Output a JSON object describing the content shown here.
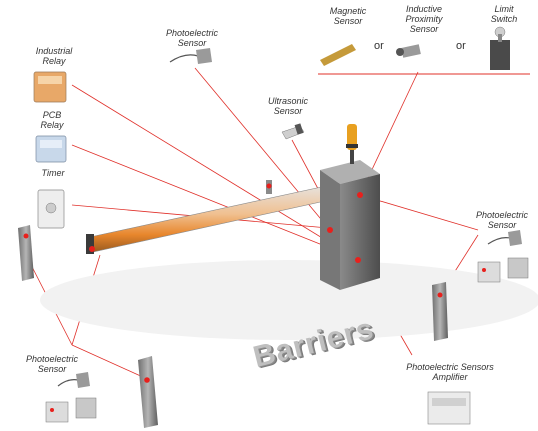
{
  "title": "Barriers",
  "labels": {
    "industrial_relay": [
      "Industrial",
      "Relay"
    ],
    "pcb_relay": [
      "PCB",
      "Relay"
    ],
    "timer": [
      "Timer"
    ],
    "photoelectric_top": [
      "Photoelectric",
      "Sensor"
    ],
    "ultrasonic": [
      "Ultrasonic",
      "Sensor"
    ],
    "magnetic": [
      "Magnetic",
      "Sensor"
    ],
    "inductive": [
      "Inductive",
      "Proximity",
      "Sensor"
    ],
    "limit_switch": [
      "Limit",
      "Switch"
    ],
    "photoelectric_right": [
      "Photoelectric",
      "Sensor"
    ],
    "photoelectric_left": [
      "Photoelectric",
      "Sensor"
    ],
    "amplifier": [
      "Photoelectric Sensors",
      "Amplifier"
    ]
  },
  "or_text": "or",
  "colors": {
    "line": "#e0302a",
    "dot": "#e8201c",
    "boom": "#e8862c",
    "post": "#a9a9a9"
  }
}
